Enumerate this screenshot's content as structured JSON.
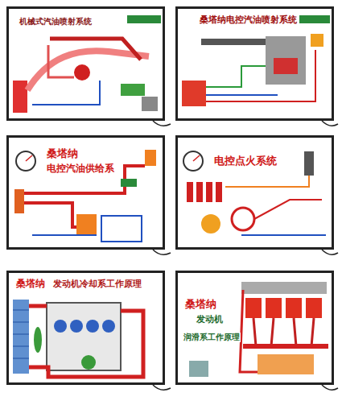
{
  "diagram": {
    "nodes": [
      {
        "text": [
          "机械式汽油喷射系统"
        ]
      },
      {
        "text": [
          "桑塔纳电控汽油喷射系统"
        ]
      },
      {
        "text": [
          "桑塔纳",
          "电控汽油供给系"
        ]
      },
      {
        "text": [
          "电控点火系统"
        ]
      },
      {
        "text": [
          "桑塔纳",
          "发动机冷却系工作原理"
        ]
      },
      {
        "text": [
          "桑塔纳",
          "发动机",
          "润滑系工作原理"
        ]
      }
    ]
  }
}
